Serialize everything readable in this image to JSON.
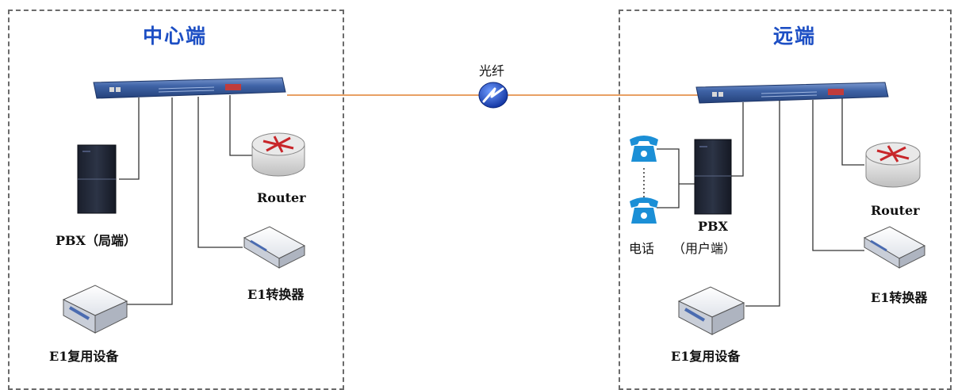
{
  "zones": {
    "central": {
      "title": "中心端"
    },
    "remote": {
      "title": "远端"
    }
  },
  "link": {
    "label": "光纤"
  },
  "central": {
    "pbx_label": "PBX（局端）",
    "router_label": "Router",
    "converter_label": "E1转换器",
    "mux_label": "E1复用设备"
  },
  "remote": {
    "pbx_label": "PBX",
    "pbx_sublabel": "（用户端）",
    "phone_label": "电话",
    "router_label": "Router",
    "converter_label": "E1转换器",
    "mux_label": "E1复用设备"
  },
  "colors": {
    "fiber": "#e8a064",
    "title": "#1d4fc4",
    "rack": "#3a5e9e",
    "phone": "#1b8fd6"
  }
}
